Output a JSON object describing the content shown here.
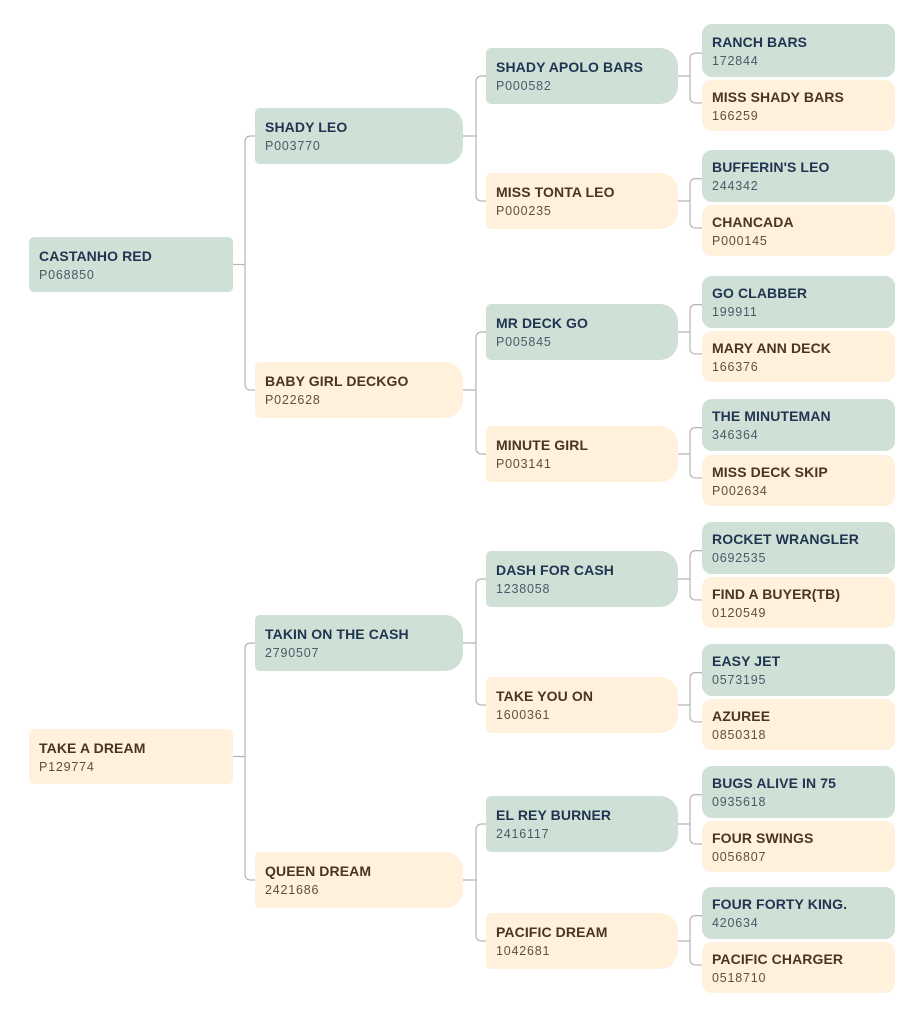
{
  "horses": [
    {
      "name": "CASTANHO RED",
      "reg": "P068850",
      "sex": "male"
    },
    {
      "name": "SHADY LEO",
      "reg": "P003770",
      "sex": "male"
    },
    {
      "name": "SHADY APOLO BARS",
      "reg": "P000582",
      "sex": "male"
    },
    {
      "name": "RANCH BARS",
      "reg": "172844",
      "sex": "male"
    },
    {
      "name": "MISS SHADY BARS",
      "reg": "166259",
      "sex": "female"
    },
    {
      "name": "MISS TONTA LEO",
      "reg": "P000235",
      "sex": "female"
    },
    {
      "name": "BUFFERIN'S LEO",
      "reg": "244342",
      "sex": "male"
    },
    {
      "name": "CHANCADA",
      "reg": "P000145",
      "sex": "female"
    },
    {
      "name": "BABY GIRL DECKGO",
      "reg": "P022628",
      "sex": "female"
    },
    {
      "name": "MR DECK GO",
      "reg": "P005845",
      "sex": "male"
    },
    {
      "name": "GO CLABBER",
      "reg": "199911",
      "sex": "male"
    },
    {
      "name": "MARY ANN DECK",
      "reg": "166376",
      "sex": "female"
    },
    {
      "name": "MINUTE GIRL",
      "reg": "P003141",
      "sex": "female"
    },
    {
      "name": "THE MINUTEMAN",
      "reg": "346364",
      "sex": "male"
    },
    {
      "name": "MISS DECK SKIP",
      "reg": "P002634",
      "sex": "female"
    },
    {
      "name": "TAKE A DREAM",
      "reg": "P129774",
      "sex": "female"
    },
    {
      "name": "TAKIN ON THE CASH",
      "reg": "2790507",
      "sex": "male"
    },
    {
      "name": "DASH FOR CASH",
      "reg": "1238058",
      "sex": "male"
    },
    {
      "name": "ROCKET WRANGLER",
      "reg": "0692535",
      "sex": "male"
    },
    {
      "name": "FIND A BUYER(TB)",
      "reg": "0120549",
      "sex": "female"
    },
    {
      "name": "TAKE YOU ON",
      "reg": "1600361",
      "sex": "female"
    },
    {
      "name": "EASY JET",
      "reg": "0573195",
      "sex": "male"
    },
    {
      "name": "AZUREE",
      "reg": "0850318",
      "sex": "female"
    },
    {
      "name": "QUEEN DREAM",
      "reg": "2421686",
      "sex": "female"
    },
    {
      "name": "EL REY BURNER",
      "reg": "2416117",
      "sex": "male"
    },
    {
      "name": "BUGS ALIVE IN 75",
      "reg": "0935618",
      "sex": "male"
    },
    {
      "name": "FOUR SWINGS",
      "reg": "0056807",
      "sex": "female"
    },
    {
      "name": "PACIFIC DREAM",
      "reg": "1042681",
      "sex": "female"
    },
    {
      "name": "FOUR FORTY KING.",
      "reg": "420634",
      "sex": "male"
    },
    {
      "name": "PACIFIC CHARGER",
      "reg": "0518710",
      "sex": "female"
    }
  ],
  "colors": {
    "male_fill": "#cfe0d6",
    "female_fill": "#fff1db",
    "connector": "#b4b4b4"
  }
}
